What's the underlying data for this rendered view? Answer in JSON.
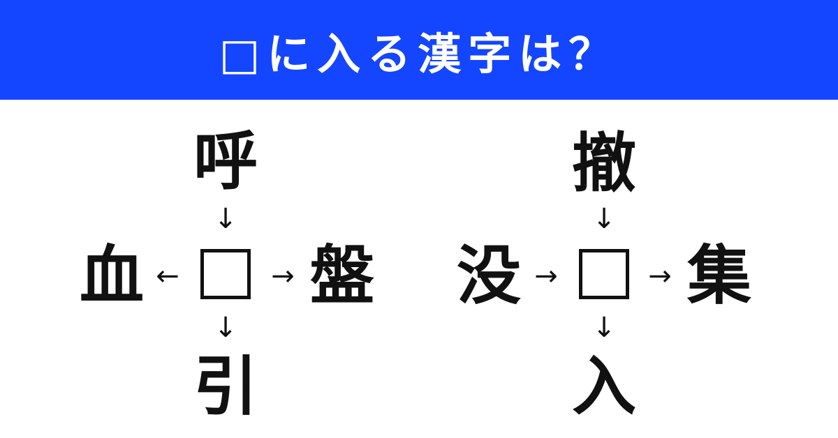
{
  "header": {
    "title": "□に入る漢字は？",
    "background": "#1446ff"
  },
  "puzzles": [
    {
      "top": "呼",
      "left": "血",
      "right": "盤",
      "bottom": "引",
      "arrow_top": "↓",
      "arrow_left": "←",
      "arrow_right": "→",
      "arrow_bottom": "↓"
    },
    {
      "top": "撤",
      "left": "没",
      "right": "集",
      "bottom": "入",
      "arrow_top": "↓",
      "arrow_left": "→",
      "arrow_right": "→",
      "arrow_bottom": "↓"
    }
  ]
}
